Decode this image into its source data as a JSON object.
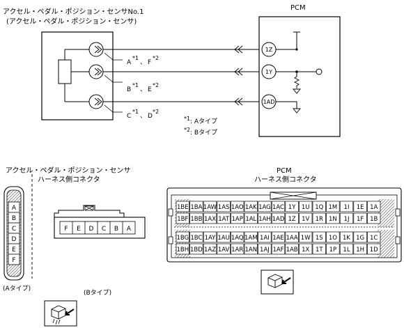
{
  "top": {
    "sensor_title_line1": "アクセル・ペダル・ポジション・センサNo.1",
    "sensor_title_line2": "(アクセル・ペダル・ポジション・センサ)",
    "pcm_title": "PCM",
    "wire_labels": [
      {
        "letter": "A",
        "sup1": "*1",
        "sep": "、",
        "letter2": "F",
        "sup2": "*2"
      },
      {
        "letter": "B",
        "sup1": "*1",
        "sep": "、",
        "letter2": "E",
        "sup2": "*2"
      },
      {
        "letter": "C",
        "sup1": "*1",
        "sep": "、",
        "letter2": "D",
        "sup2": "*2"
      }
    ],
    "pcm_pins": [
      "1Z",
      "1Y",
      "1AD"
    ],
    "notes": [
      {
        "mark": "*1",
        "text": ": Aタイプ"
      },
      {
        "mark": "*2",
        "text": ": Bタイプ"
      }
    ]
  },
  "bottom_left": {
    "title_line1": "アクセル・ペダル・ポジション・センサ",
    "title_line2": "ハーネス側コネクタ",
    "type_a_pins": [
      "A",
      "B",
      "C",
      "D",
      "E",
      "F"
    ],
    "type_a_label": "(Aタイプ)",
    "type_b_pins": [
      "F",
      "E",
      "D",
      "C",
      "B",
      "A"
    ],
    "type_b_label": "(Bタイプ)"
  },
  "bottom_right": {
    "title_line1": "PCM",
    "title_line2": "ハーネス側コネクタ",
    "rows": [
      [
        "1BE",
        "1BA",
        "1AW",
        "1AS",
        "1AO",
        "1AK",
        "1AG",
        "1AC",
        "1Y",
        "1U",
        "1Q",
        "1M",
        "1I",
        "1E",
        "1A"
      ],
      [
        "1BF",
        "1BB",
        "1AX",
        "1AT",
        "1AP",
        "1AL",
        "1AH",
        "1AD",
        "1Z",
        "1V",
        "1R",
        "1N",
        "1J",
        "1F",
        "1B"
      ],
      [
        "1BG",
        "1BC",
        "1AY",
        "1AU",
        "1AQ",
        "1AM",
        "1AI",
        "1AE",
        "1AA",
        "1W",
        "1S",
        "1O",
        "1K",
        "1G",
        "1C"
      ],
      [
        "1BH",
        "1BD",
        "1AZ",
        "1AV",
        "1AR",
        "1AN",
        "1AJ",
        "1AF",
        "1AB",
        "1X",
        "1T",
        "1P",
        "1L",
        "1H",
        "1D"
      ]
    ]
  }
}
